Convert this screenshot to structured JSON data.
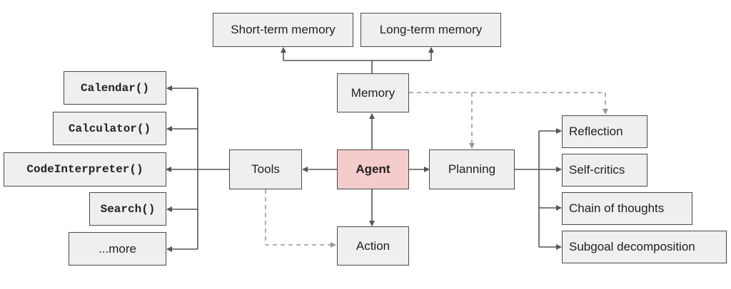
{
  "nodes": {
    "short_term_memory": "Short-term memory",
    "long_term_memory": "Long-term memory",
    "memory": "Memory",
    "agent": "Agent",
    "tools": "Tools",
    "planning": "Planning",
    "action": "Action",
    "reflection": "Reflection",
    "self_critics": "Self-critics",
    "chain_of_thoughts": "Chain of thoughts",
    "subgoal_decomposition": "Subgoal decomposition",
    "calendar": "Calendar()",
    "calculator": "Calculator()",
    "code_interpreter": "CodeInterpreter()",
    "search": "Search()",
    "more": "...more"
  },
  "colors": {
    "node_fill": "#efefef",
    "agent_fill": "#f4cccc",
    "border": "#4a4a4a",
    "solid_arrow": "#555555",
    "dashed_arrow": "#999999"
  }
}
